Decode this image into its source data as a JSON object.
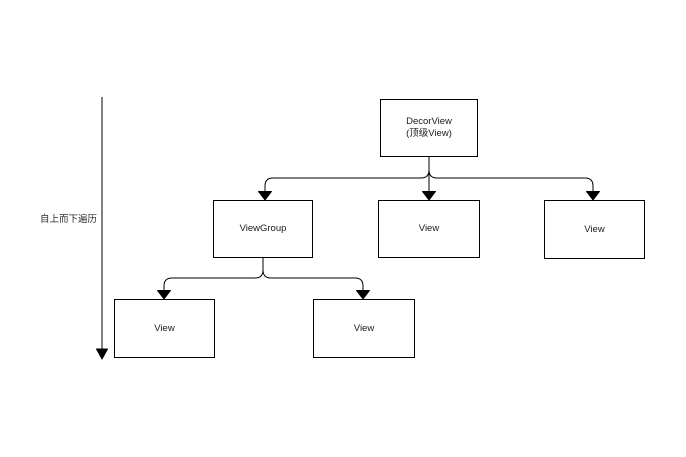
{
  "diagram": {
    "traversal_label": "自上而下遍历",
    "nodes": {
      "decorview": {
        "label": "DecorView",
        "sublabel": "(顶级View)"
      },
      "viewgroup": {
        "label": "ViewGroup"
      },
      "view_mid": {
        "label": "View"
      },
      "view_right": {
        "label": "View"
      },
      "view_bottom_left": {
        "label": "View"
      },
      "view_bottom_mid": {
        "label": "View"
      }
    },
    "colors": {
      "line": "#000000",
      "node_fill": "#ffffff",
      "node_border": "#000000",
      "text": "#1a1a1a",
      "background": "#ffffff"
    }
  }
}
